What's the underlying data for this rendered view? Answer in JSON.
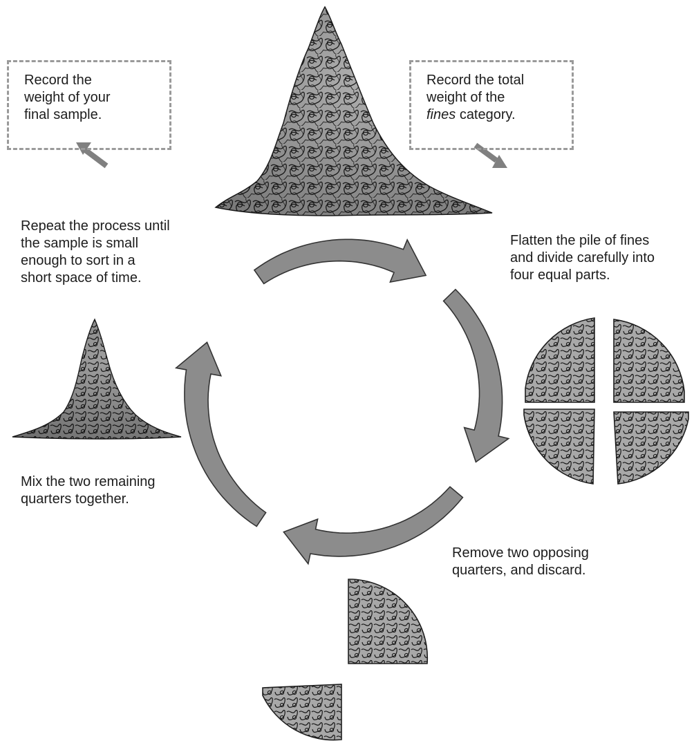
{
  "notes": {
    "record_sample": {
      "lines": [
        "Record the",
        "weight of your",
        "final sample."
      ]
    },
    "record_fines": {
      "lines": [
        "Record the total",
        "weight of the",
        "category."
      ],
      "emphasis": "fines"
    }
  },
  "steps": {
    "flatten": {
      "lines": [
        "Flatten the pile of fines",
        "and divide carefully into",
        "four equal parts."
      ]
    },
    "remove": {
      "lines": [
        "Remove two opposing",
        "quarters, and discard."
      ]
    },
    "mix": {
      "lines": [
        "Mix the two remaining",
        "quarters together."
      ]
    },
    "repeat": {
      "lines": [
        "Repeat the process until",
        "the sample is small",
        "enough to sort in a",
        "short space of time."
      ]
    }
  },
  "colors": {
    "arrow_fill": "#8c8c8c",
    "arrow_stroke": "#333333",
    "note_border": "#9a9a9a",
    "note_arrow": "#808080",
    "sketch": "#1e1e1e"
  }
}
